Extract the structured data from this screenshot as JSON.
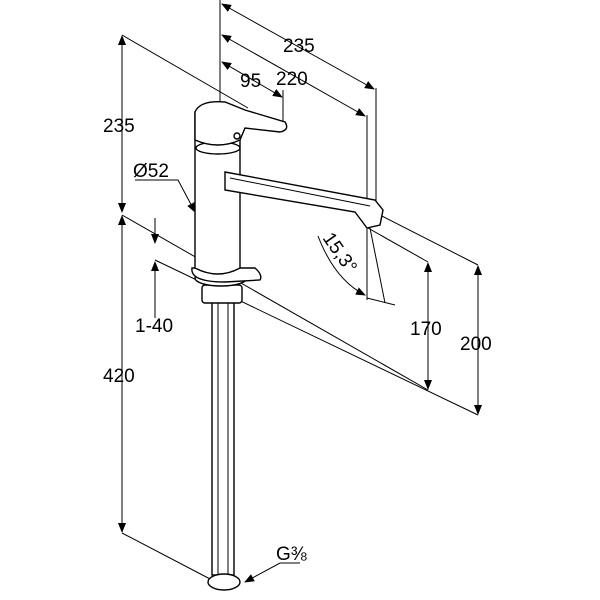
{
  "drawing": {
    "dimensions": {
      "reach_total": "235",
      "reach_spout": "220",
      "lever_reach": "95",
      "overall_height": "235",
      "diameter": "Ø52",
      "deck_thickness": "1-40",
      "hose_length": "420",
      "spout_angle": "15,3°",
      "spout_height_outlet": "170",
      "spout_height_top": "200",
      "connection": "G⅜"
    }
  }
}
